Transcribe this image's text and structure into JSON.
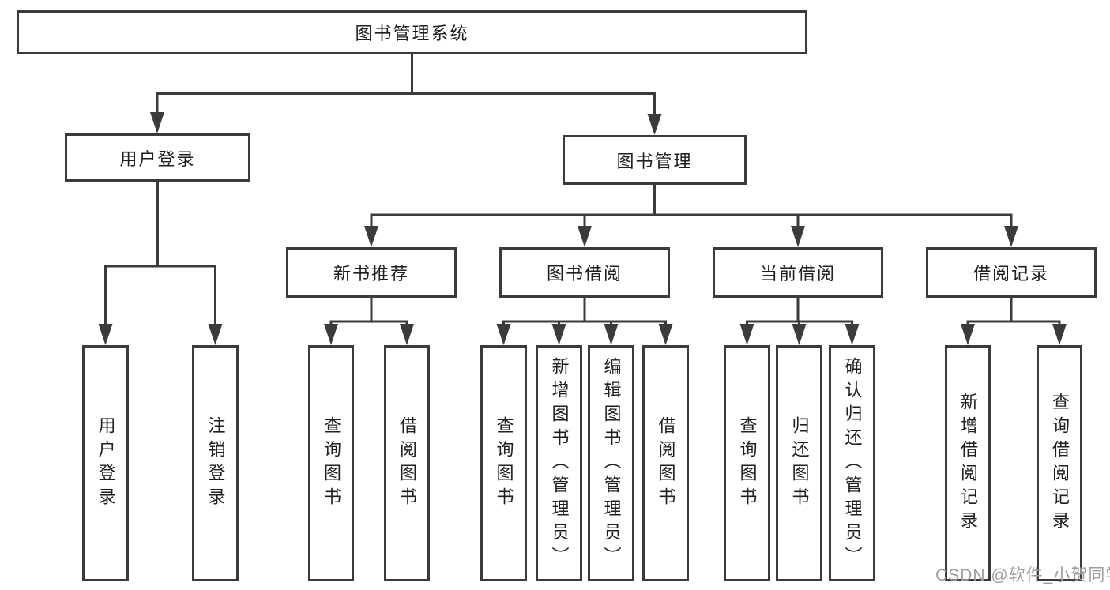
{
  "colors": {
    "line": "#3b3b3b",
    "box_border": "#3b3b3b",
    "box_background": "#ffffff",
    "text": "#1f1f1f",
    "watermark": "#9e9e9e",
    "page_background": "#ffffff"
  },
  "watermark": {
    "text": "CSDN @软件_小贺同学"
  },
  "tree": {
    "label": "图书管理系统",
    "children": [
      {
        "label": "用户登录",
        "children": [
          {
            "label": "用户登录"
          },
          {
            "label": "注销登录"
          }
        ]
      },
      {
        "label": "图书管理",
        "children": [
          {
            "label": "新书推荐",
            "children": [
              {
                "label": "查询图书"
              },
              {
                "label": "借阅图书"
              }
            ]
          },
          {
            "label": "图书借阅",
            "children": [
              {
                "label": "查询图书"
              },
              {
                "label": "新增图书（管理员）"
              },
              {
                "label": "编辑图书（管理员）"
              },
              {
                "label": "借阅图书"
              }
            ]
          },
          {
            "label": "当前借阅",
            "children": [
              {
                "label": "查询图书"
              },
              {
                "label": "归还图书"
              },
              {
                "label": "确认归还（管理员）"
              }
            ]
          },
          {
            "label": "借阅记录",
            "children": [
              {
                "label": "新增借阅记录"
              },
              {
                "label": "查询借阅记录"
              }
            ]
          }
        ]
      }
    ]
  }
}
